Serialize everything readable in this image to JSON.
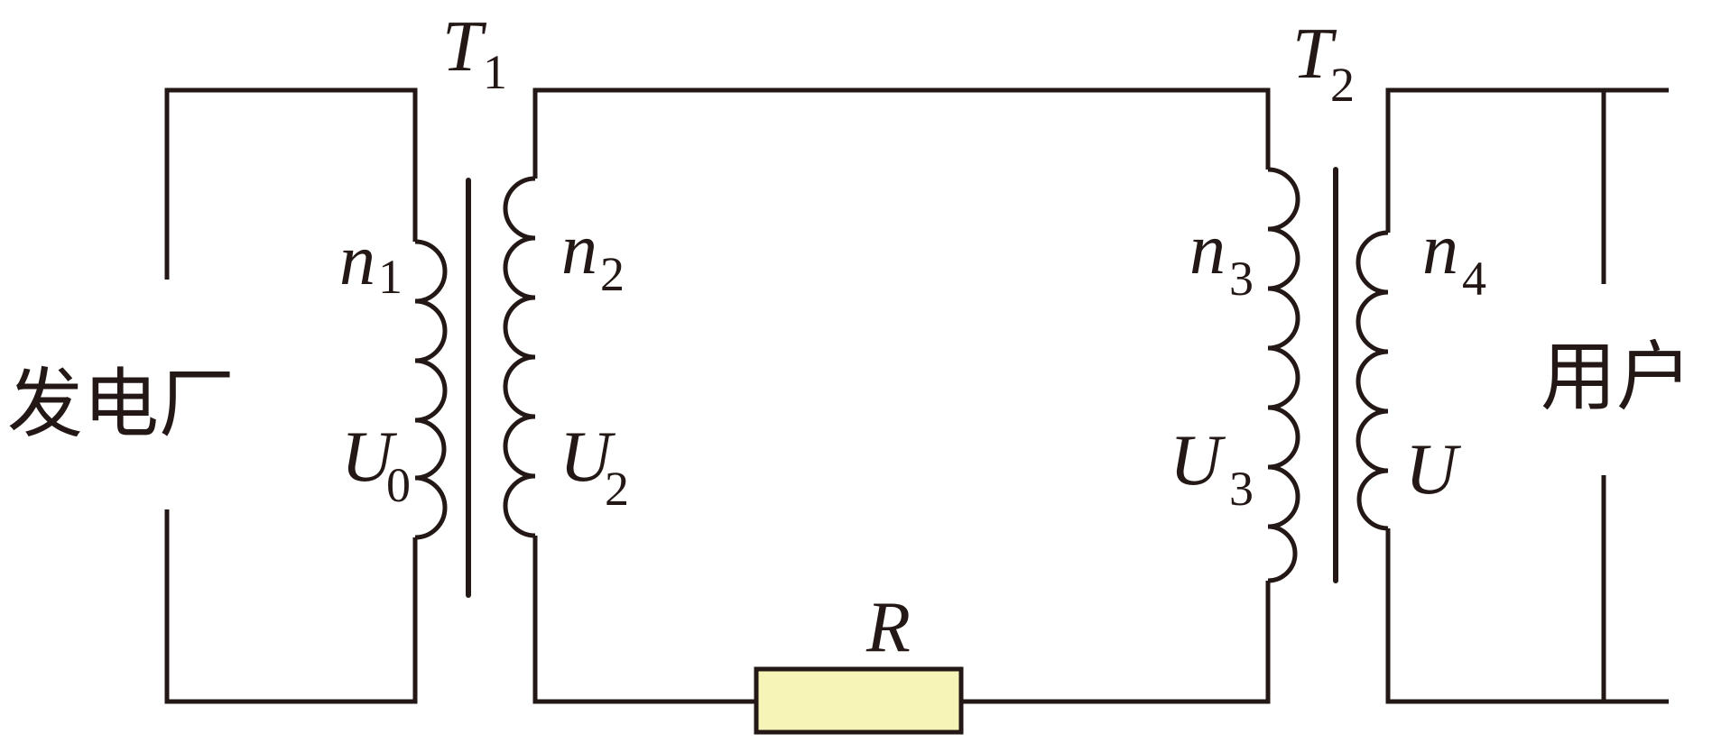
{
  "labels": {
    "plant": "发电厂",
    "user": "用户",
    "t1": {
      "main": "T",
      "sub": "1"
    },
    "t2": {
      "main": "T",
      "sub": "2"
    },
    "n1": {
      "main": "n",
      "sub": "1"
    },
    "n2": {
      "main": "n",
      "sub": "2"
    },
    "n3": {
      "main": "n",
      "sub": "3"
    },
    "n4": {
      "main": "n",
      "sub": "4"
    },
    "u0": {
      "main": "U",
      "sub": "0"
    },
    "u2": {
      "main": "U",
      "sub": "2"
    },
    "u3": {
      "main": "U",
      "sub": "3"
    },
    "u": {
      "main": "U"
    },
    "r": {
      "main": "R"
    }
  },
  "colors": {
    "wire": "#231815",
    "resistor_fill": "#f7f4b8"
  }
}
